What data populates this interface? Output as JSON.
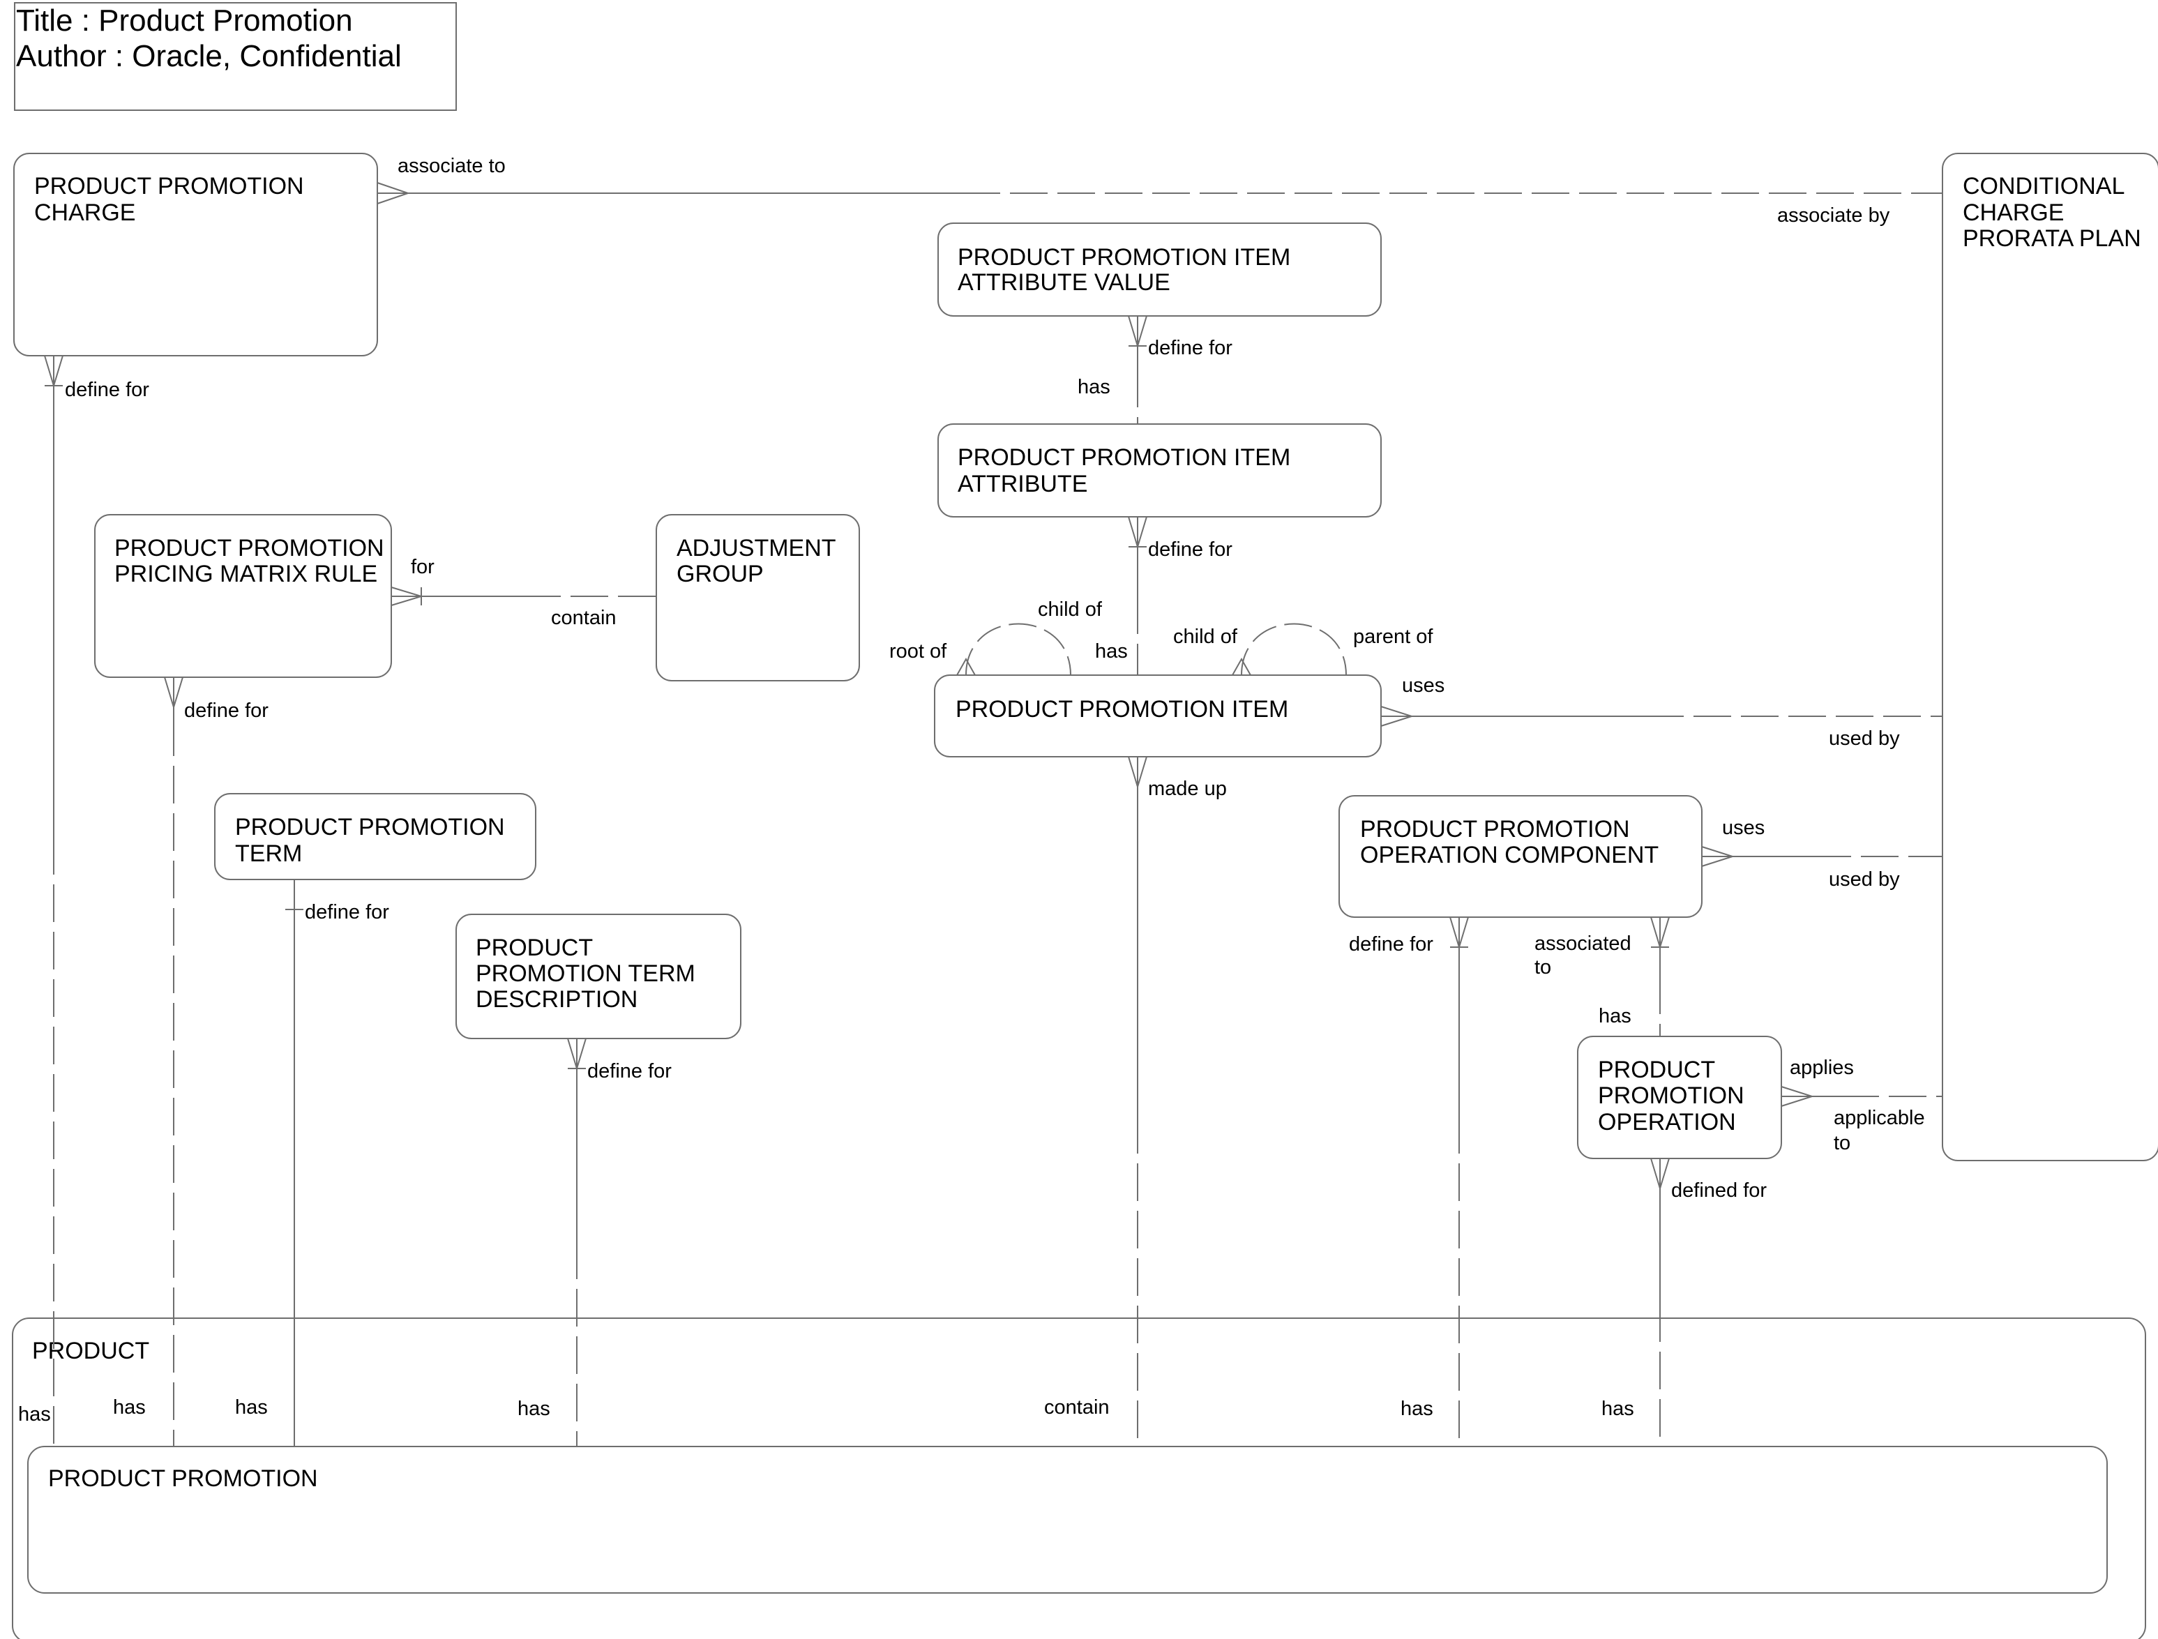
{
  "header": {
    "title_line": "Title : Product Promotion",
    "author_line": "Author : Oracle, Confidential"
  },
  "entities": {
    "charge": [
      "PRODUCT PROMOTION",
      "CHARGE"
    ],
    "conditional": [
      "CONDITIONAL",
      "CHARGE",
      "PRORATA PLAN"
    ],
    "item_attr_value": [
      "PRODUCT PROMOTION ITEM",
      "ATTRIBUTE VALUE"
    ],
    "item_attr": [
      "PRODUCT PROMOTION ITEM",
      "ATTRIBUTE"
    ],
    "pricing_rule": [
      "PRODUCT PROMOTION",
      "PRICING MATRIX RULE"
    ],
    "adjustment_group": [
      "ADJUSTMENT",
      "GROUP"
    ],
    "item": [
      "PRODUCT PROMOTION ITEM"
    ],
    "term": [
      "PRODUCT PROMOTION",
      "TERM"
    ],
    "term_desc": [
      "PRODUCT",
      "PROMOTION TERM",
      "DESCRIPTION"
    ],
    "op_component": [
      "PRODUCT PROMOTION",
      "OPERATION COMPONENT"
    ],
    "operation": [
      "PRODUCT",
      "PROMOTION",
      "OPERATION"
    ],
    "product": [
      "PRODUCT"
    ],
    "promotion": [
      "PRODUCT PROMOTION"
    ]
  },
  "relationships": {
    "charge_cond_from": "associate to",
    "charge_cond_to": "associate by",
    "charge_promo_from": "define for",
    "charge_promo_to": "has",
    "iav_attr_from": "define for",
    "iav_attr_to": "has",
    "attr_item_from": "define for",
    "attr_item_to": "has",
    "pricing_group_from": "for",
    "pricing_group_to": "contain",
    "pricing_promo_from": "define for",
    "pricing_promo_to": "has",
    "item_root_a": "root of",
    "item_root_b": "child of",
    "item_parent_a": "child of",
    "item_parent_b": "parent of",
    "item_cond_from": "uses",
    "item_cond_to": "used by",
    "item_promo_from": "made up",
    "item_promo_to": "contain",
    "term_promo_from": "define for",
    "term_promo_to": "has",
    "termdesc_promo_from": "define for",
    "termdesc_promo_to": "has",
    "opcomp_cond_from": "uses",
    "opcomp_cond_to": "used by",
    "opcomp_promo_from": "define for",
    "opcomp_promo_to": "has",
    "opcomp_op_from_1": "associated",
    "opcomp_op_from_2": "to",
    "opcomp_op_to": "has",
    "op_cond_from": "applies",
    "op_cond_to_1": "applicable",
    "op_cond_to_2": "to",
    "op_promo_from": "defined for",
    "op_promo_to": "has"
  }
}
